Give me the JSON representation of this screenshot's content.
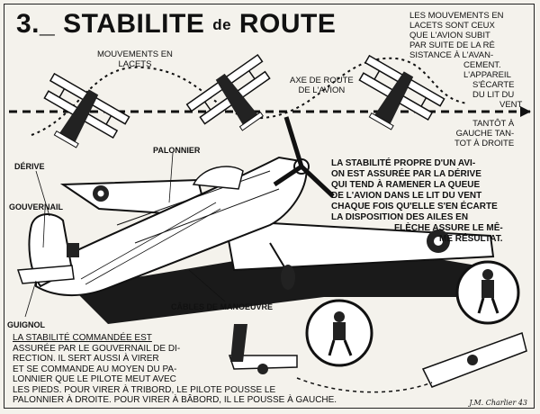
{
  "title": {
    "number": "3.",
    "word1": "STABILITE",
    "word2": "de",
    "word3": "ROUTE"
  },
  "intro_text": [
    "LES MOUVEMENTS EN",
    "LACETS SONT CEUX",
    "QUE L'AVION SUBIT",
    "PAR SUITE DE LA RÉ",
    "SISTANCE À L'AVAN-",
    "CEMENT.",
    "L'APPAREIL",
    "S'ÉCARTE",
    "DU LIT DU",
    "VENT"
  ],
  "labels": {
    "mouvements": [
      "MOUVEMENTS EN",
      "LACETS"
    ],
    "axe": [
      "AXE DE ROUTE",
      "DE L'AVION"
    ],
    "tantot": [
      "TANTÔT À",
      "GAUCHE TAN-",
      "TOT À DROITE"
    ],
    "derive": "DÉRIVE",
    "gouvernail": "GOUVERNAIL",
    "palonnier": "PALONNIER",
    "cables": "CÂBLES DE MANOEUVRE",
    "guignol": "GUIGNOL"
  },
  "stabilite_propre": {
    "underlined": "STABILITÉ PROPRE",
    "lines": [
      "LA STABILITÉ PROPRE D'UN AVI-",
      "ON EST ASSURÉE PAR LA DÉRIVE",
      "QUI TEND À RAMENER LA QUEUE",
      "DE L'AVION DANS LE LIT DU VENT",
      "CHAQUE FOIS QU'ELLE S'EN ÉCARTE",
      "LA DISPOSITION DES AILES EN",
      "FLÈCHE ASSURE LE MÊ-",
      "ME RÉSULTAT."
    ]
  },
  "stabilite_commandee": {
    "lines": [
      "LA STABILITÉ COMMANDÉE EST",
      "ASSURÉE PAR LE GOUVERNAIL DE DI-",
      "RECTION. IL SERT AUSSI À VIRER",
      "ET SE COMMANDE AU MOYEN DU PA-",
      "LONNIER QUE LE PILOTE MEUT AVEC",
      "LES PIEDS. POUR VIRER À TRIBORD, LE PILOTE POUSSE LE",
      "PALONNIER À DROITE. POUR VIRER À BÂBORD, IL LE POUSSE À GAUCHE."
    ]
  },
  "signature": "J.M. Charlier 43",
  "colors": {
    "ink": "#111111",
    "paper": "#f4f2ec"
  }
}
